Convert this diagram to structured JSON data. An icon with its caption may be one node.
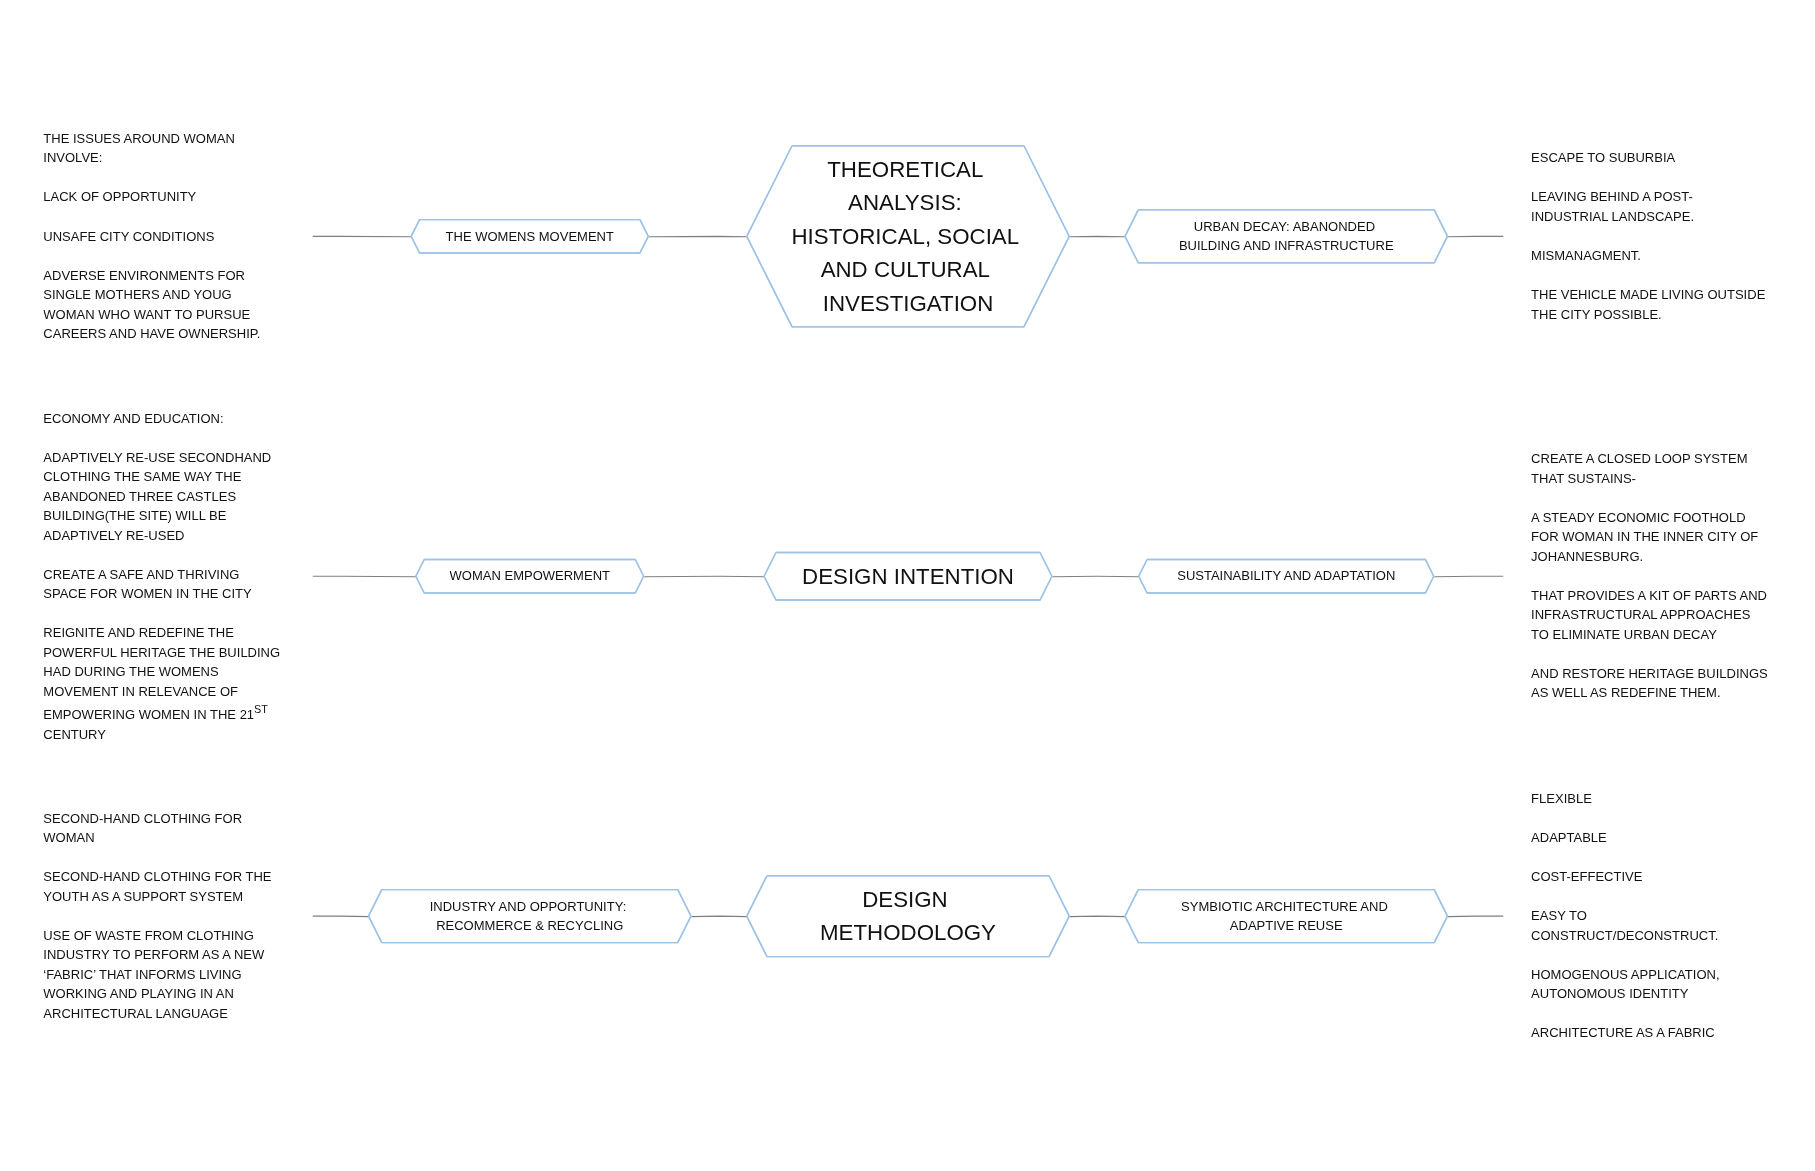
{
  "diagram": {
    "nodes": [
      {
        "text": [
          "THE ISSUES AROUND WOMAN INVOLVE:",
          "LACK OF OPPORTUNITY",
          "UNSAFE CITY CONDITIONS",
          "ADVERSE ENVIRONMENTS FOR SINGLE MOTHERS AND YOUG WOMAN WHO WANT TO PURSUE CAREERS AND HAVE OWNERSHIP."
        ]
      },
      {
        "text": [
          "THE WOMENS MOVEMENT"
        ]
      },
      {
        "text": [
          "THEORETICAL ANALYSIS: HISTORICAL, SOCIAL AND CULTURAL INVESTIGATION"
        ]
      },
      {
        "text": [
          "URBAN DECAY: ABANONDED BUILDING AND INFRASTRUCTURE"
        ]
      },
      {
        "text": [
          "ESCAPE TO SUBURBIA",
          "LEAVING BEHIND A POST-INDUSTRIAL LANDSCAPE.",
          "MISMANAGMENT.",
          "THE VEHICLE MADE LIVING OUTSIDE THE CITY POSSIBLE."
        ]
      },
      {
        "text": [
          "ECONOMY AND EDUCATION:",
          "ADAPTIVELY RE-USE SECONDHAND CLOTHING THE SAME WAY THE ABANDONED THREE CASTLES BUILDING(THE SITE) WILL BE ADAPTIVELY RE-USED",
          "CREATE A SAFE AND THRIVING SPACE FOR WOMEN IN THE CITY",
          "REIGNITE AND REDEFINE THE POWERFUL HERITAGE THE BUILDING HAD DURING THE WOMENS MOVEMENT IN RELEVANCE OF EMPOWERING WOMEN IN THE 21$^{ST}$ CENTURY"
        ]
      },
      {
        "text": [
          "WOMAN EMPOWERMENT"
        ]
      },
      {
        "text": [
          "DESIGN INTENTION"
        ]
      },
      {
        "text": [
          "SUSTAINABILITY AND ADAPTATION"
        ]
      },
      {
        "text": [
          "CREATE A CLOSED LOOP SYSTEM THAT SUSTAINS-",
          "A STEADY ECONOMIC FOOTHOLD FOR WOMAN IN THE INNER CITY OF JOHANNESBURG.",
          "THAT PROVIDES A KIT OF PARTS AND INFRASTRUCTURAL APPROACHES TO ELIMINATE URBAN DECAY",
          "AND RESTORE HERITAGE BUILDINGS AS WELL AS REDEFINE THEM."
        ]
      },
      {
        "text": [
          "SECOND-HAND CLOTHING FOR WOMAN",
          "SECOND-HAND CLOTHING FOR THE YOUTH AS A SUPPORT SYSTEM",
          "USE OF WASTE FROM CLOTHING INDUSTRY TO PERFORM AS A NEW ‘FABRIC’ THAT INFORMS LIVING WORKING AND PLAYING IN AN ARCHITECTURAL LANGUAGE"
        ]
      },
      {
        "text": [
          "INDUSTRY AND OPPORTUNITY: RECOMMERCE & RECYCLING"
        ]
      },
      {
        "text": [
          "DESIGN METHODOLOGY"
        ]
      },
      {
        "text": [
          "SYMBIOTIC ARCHITECTURE AND ADAPTIVE REUSE"
        ]
      },
      {
        "text": [
          "FLEXIBLE",
          "ADAPTABLE",
          "COST-EFFECTIVE",
          "EASY TO CONSTRUCT/DECONSTRUCT.",
          "HOMOGENOUS APPLICATION, AUTONOMOUS IDENTITY",
          "ARCHITECTURE AS A FABRIC"
        ]
      }
    ],
    "edges": [
      {
        "from": 0,
        "to": 1,
        "arrow": "none"
      },
      {
        "from": 1,
        "to": 2,
        "arrow": "none"
      },
      {
        "from": 2,
        "to": 3,
        "arrow": "none"
      },
      {
        "from": 3,
        "to": 4,
        "arrow": "none"
      },
      {
        "from": 5,
        "to": 6,
        "arrow": "none"
      },
      {
        "from": 6,
        "to": 7,
        "arrow": "none"
      },
      {
        "from": 7,
        "to": 8,
        "arrow": "none"
      },
      {
        "from": 8,
        "to": 9,
        "arrow": "none"
      },
      {
        "from": 10,
        "to": 11,
        "arrow": "none"
      },
      {
        "from": 11,
        "to": 12,
        "arrow": "none"
      },
      {
        "from": 12,
        "to": 13,
        "arrow": "none"
      },
      {
        "from": 13,
        "to": 14,
        "arrow": "none"
      }
    ]
  }
}
